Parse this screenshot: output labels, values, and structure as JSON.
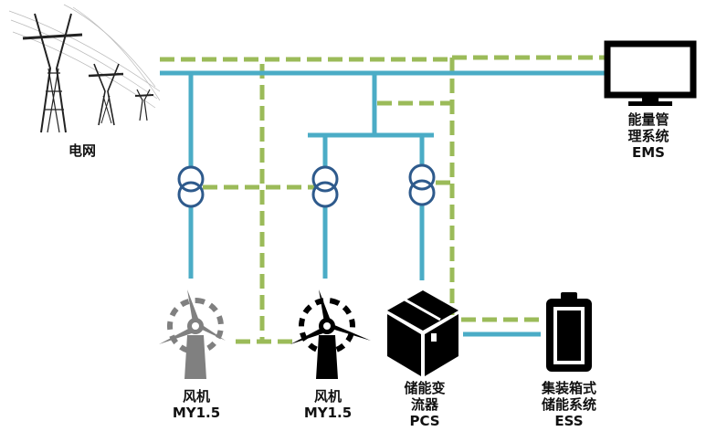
{
  "colors": {
    "power_line": "#4bacc6",
    "comm_line": "#9bbb59",
    "transformer": "#2e5a8c",
    "turbine_gray": "#808080",
    "turbine_black": "#000000"
  },
  "labels": {
    "grid": [
      "电网"
    ],
    "ems": [
      "能量管",
      "理系统",
      "EMS"
    ],
    "turbine1": [
      "风机",
      "MY1.5"
    ],
    "turbine2": [
      "风机",
      "MY1.5"
    ],
    "pcs": [
      "储能变",
      "流器",
      "PCS"
    ],
    "ess": [
      "集装箱式",
      "储能系统",
      "ESS"
    ]
  },
  "icons": {
    "grid": "power-tower-icon",
    "ems": "monitor-icon",
    "turbine1": "wind-turbine-icon",
    "turbine2": "wind-turbine-icon",
    "pcs": "box-icon",
    "ess": "battery-icon",
    "transformer": "transformer-icon"
  }
}
